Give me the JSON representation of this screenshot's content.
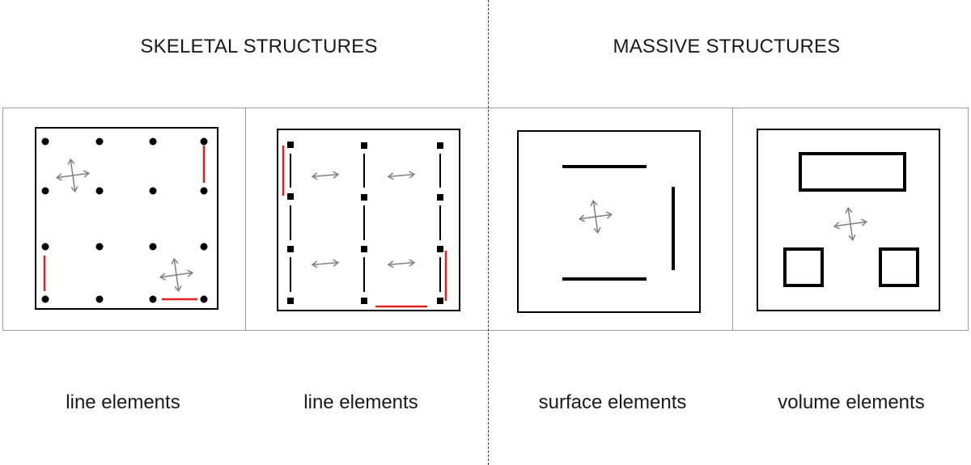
{
  "headings": {
    "skeletal": "SKELETAL STRUCTURES",
    "massive": "MASSIVE STRUCTURES"
  },
  "captions": [
    "line elements",
    "line elements",
    "surface elements",
    "volume elements"
  ],
  "colors": {
    "ink": "#000000",
    "panel_border": "#9a9a9a",
    "highlight": "#e02020",
    "arrow": "#808080"
  }
}
